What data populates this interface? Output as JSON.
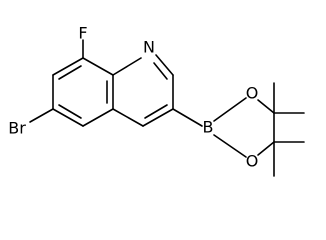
{
  "molecule": {
    "atoms": [
      {
        "id": "F",
        "label": "F"
      },
      {
        "id": "N",
        "label": "N"
      },
      {
        "id": "Br",
        "label": "Br"
      },
      {
        "id": "B",
        "label": "B"
      },
      {
        "id": "O1",
        "label": "O"
      },
      {
        "id": "O2",
        "label": "O"
      }
    ]
  },
  "colors": {
    "ink": "#000000",
    "background": "#ffffff"
  }
}
